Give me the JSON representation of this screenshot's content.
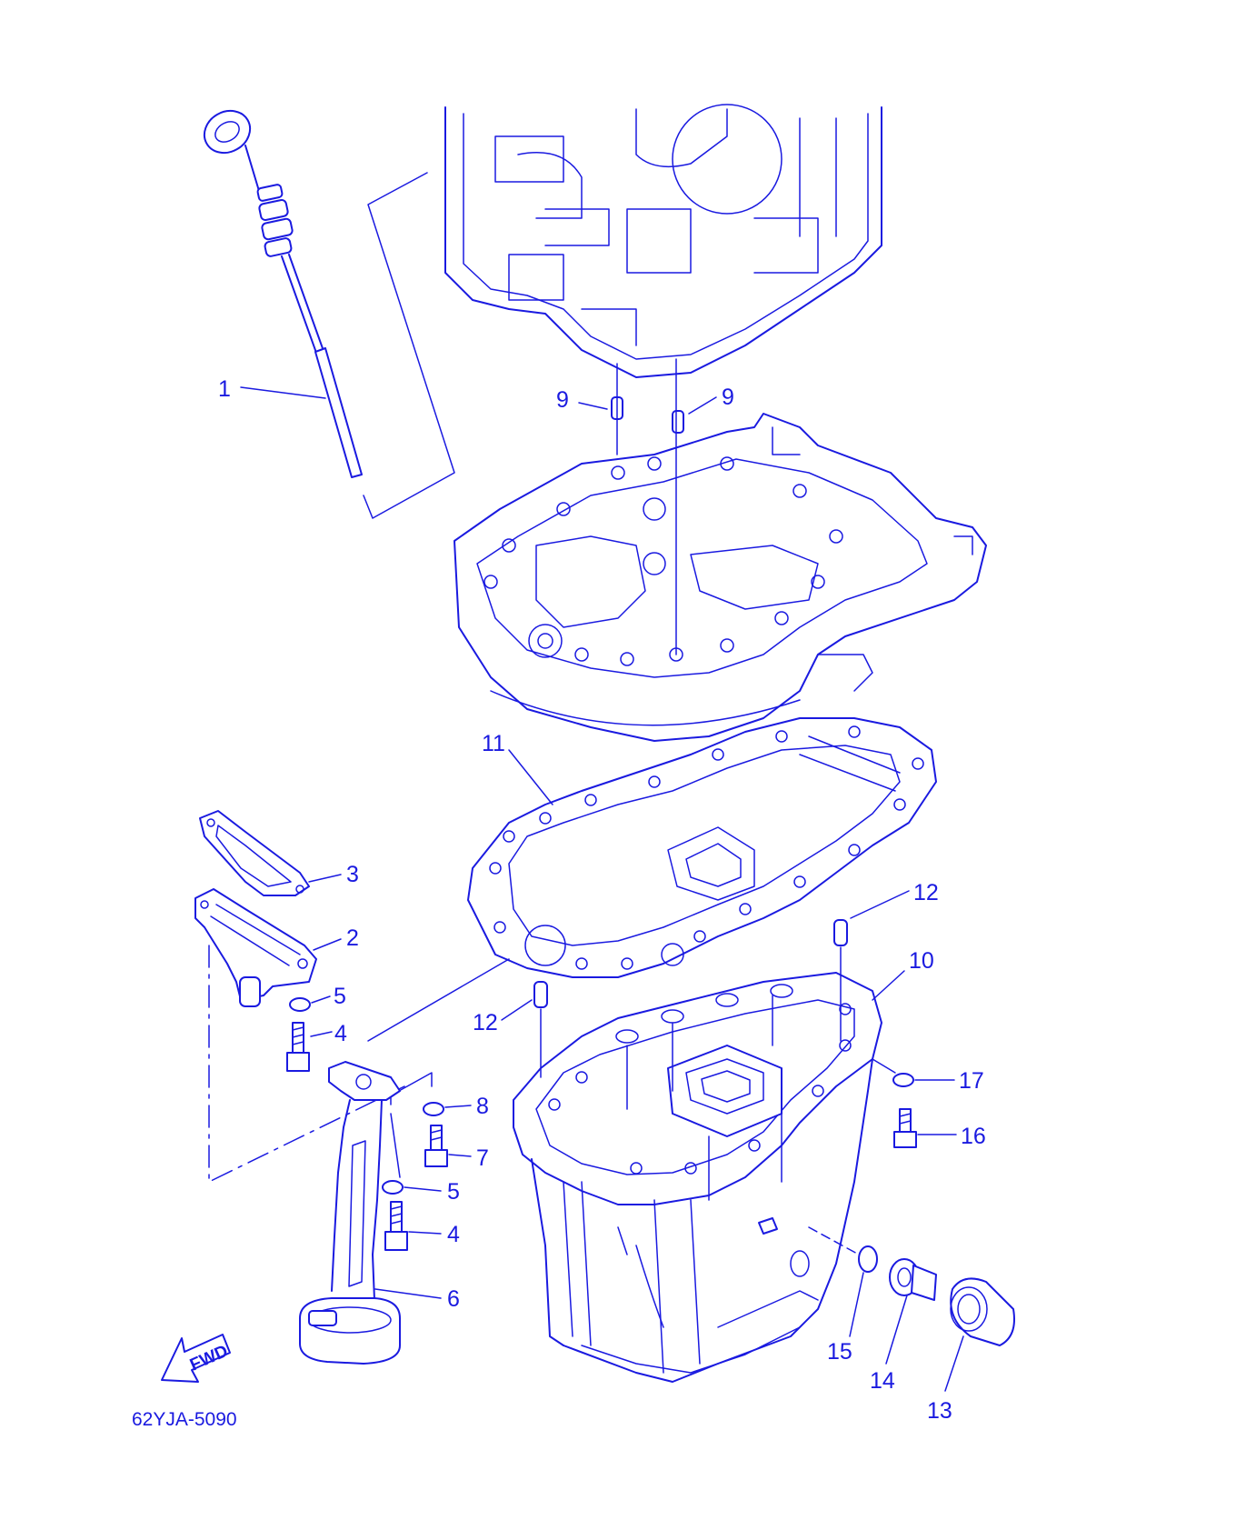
{
  "diagram": {
    "code": "62YJA-5090",
    "direction_label": "FWD",
    "callouts": [
      {
        "id": "c1",
        "label": "1"
      },
      {
        "id": "c2",
        "label": "2"
      },
      {
        "id": "c3",
        "label": "3"
      },
      {
        "id": "c4a",
        "label": "4"
      },
      {
        "id": "c4b",
        "label": "4"
      },
      {
        "id": "c5a",
        "label": "5"
      },
      {
        "id": "c5b",
        "label": "5"
      },
      {
        "id": "c6",
        "label": "6"
      },
      {
        "id": "c7",
        "label": "7"
      },
      {
        "id": "c8",
        "label": "8"
      },
      {
        "id": "c9a",
        "label": "9"
      },
      {
        "id": "c9b",
        "label": "9"
      },
      {
        "id": "c10",
        "label": "10"
      },
      {
        "id": "c11",
        "label": "11"
      },
      {
        "id": "c12a",
        "label": "12"
      },
      {
        "id": "c12b",
        "label": "12"
      },
      {
        "id": "c13",
        "label": "13"
      },
      {
        "id": "c14",
        "label": "14"
      },
      {
        "id": "c15",
        "label": "15"
      },
      {
        "id": "c16",
        "label": "16"
      },
      {
        "id": "c17",
        "label": "17"
      }
    ]
  },
  "colors": {
    "line": "#1a1ae0",
    "background": "#ffffff"
  }
}
